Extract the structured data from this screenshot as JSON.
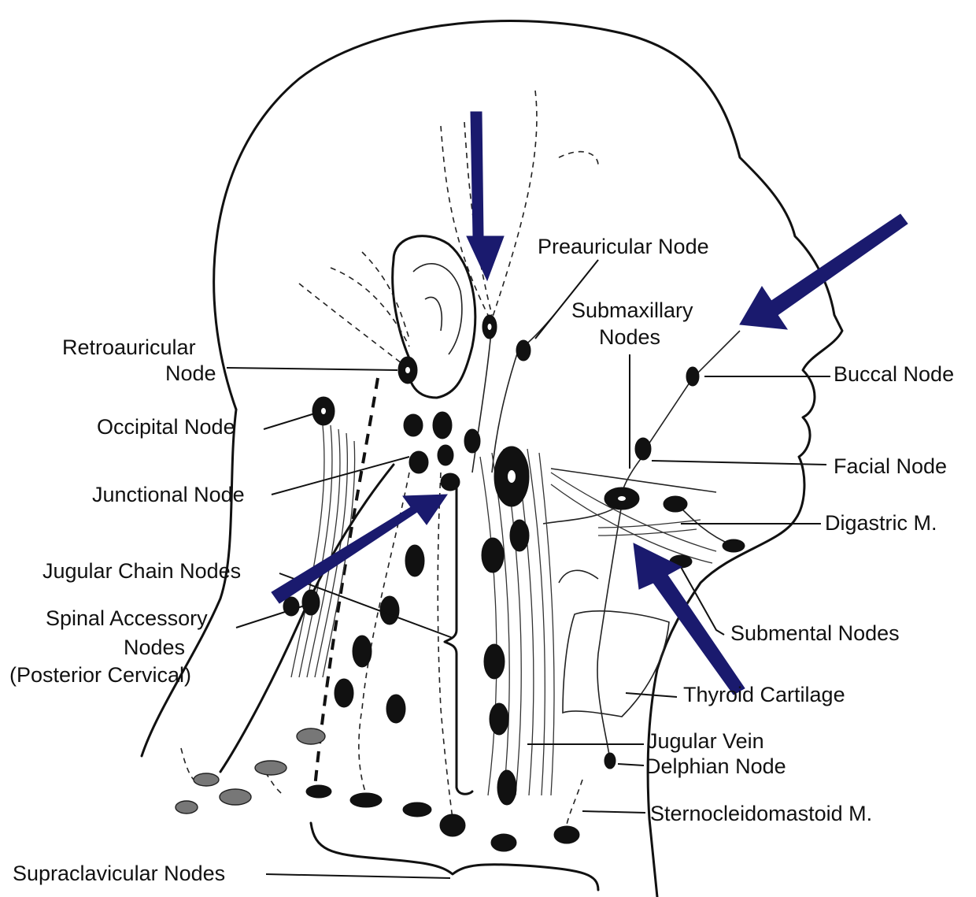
{
  "labels": {
    "preauricular": "Preauricular Node",
    "submaxillary_1": "Submaxillary",
    "submaxillary_2": "Nodes",
    "retroauricular_1": "Retroauricular",
    "retroauricular_2": "Node",
    "buccal": "Buccal Node",
    "occipital": "Occipital Node",
    "facial": "Facial Node",
    "junctional": "Junctional Node",
    "digastric": "Digastric M.",
    "jugular_chain": "Jugular Chain Nodes",
    "spinal_accessory_1": "Spinal Accessory",
    "spinal_accessory_2": "Nodes",
    "spinal_accessory_3": "(Posterior Cervical)",
    "submental": "Submental Nodes",
    "thyroid": "Thyroid Cartilage",
    "jugular_vein": "Jugular Vein",
    "delphian": "Delphian Node",
    "sternocleidomastoid": "Sternocleidomastoid M.",
    "supraclavicular": "Supraclavicular Nodes"
  },
  "colors": {
    "arrow": "#1a1a6e",
    "ink": "#111111",
    "paper": "#ffffff"
  }
}
